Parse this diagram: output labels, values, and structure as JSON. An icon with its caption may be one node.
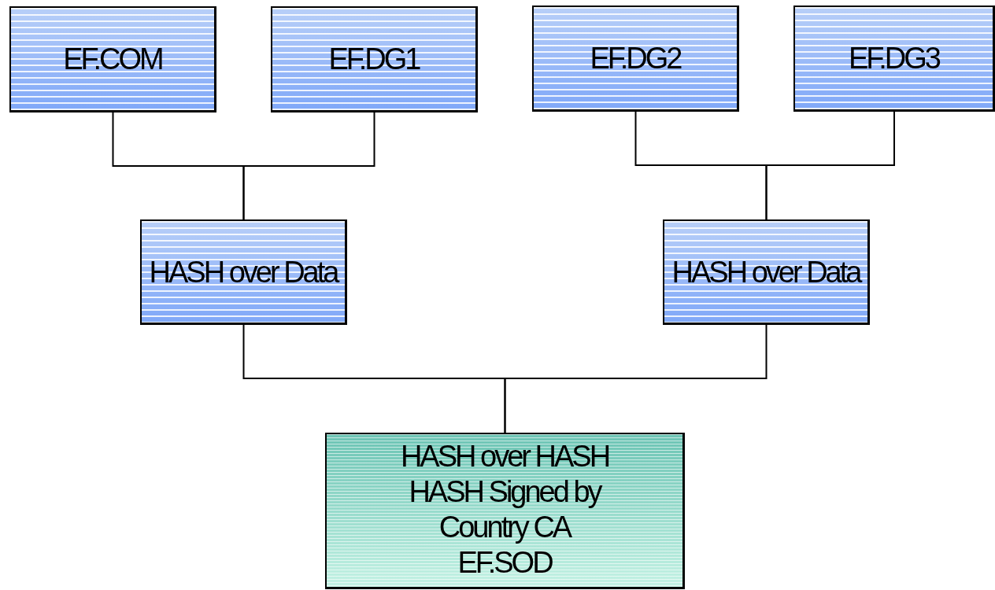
{
  "diagram": {
    "nodes": [
      {
        "text": [
          "EF.COM"
        ]
      },
      {
        "text": [
          "EF.DG1"
        ]
      },
      {
        "text": [
          "EF.DG2"
        ]
      },
      {
        "text": [
          "EF.DG3"
        ]
      },
      {
        "text": [
          "HASH over Data"
        ]
      },
      {
        "text": [
          "HASH over Data"
        ]
      },
      {
        "text": [
          "HASH over HASH HASH Signed by Country CA",
          "EF.SOD"
        ]
      }
    ],
    "edges": [
      {
        "from": 0,
        "to": 4,
        "arrow": "none"
      },
      {
        "from": 1,
        "to": 4,
        "arrow": "none"
      },
      {
        "from": 2,
        "to": 5,
        "arrow": "none"
      },
      {
        "from": 3,
        "to": 5,
        "arrow": "none"
      },
      {
        "from": 4,
        "to": 6,
        "arrow": "none"
      },
      {
        "from": 5,
        "to": 6,
        "arrow": "none"
      }
    ]
  }
}
